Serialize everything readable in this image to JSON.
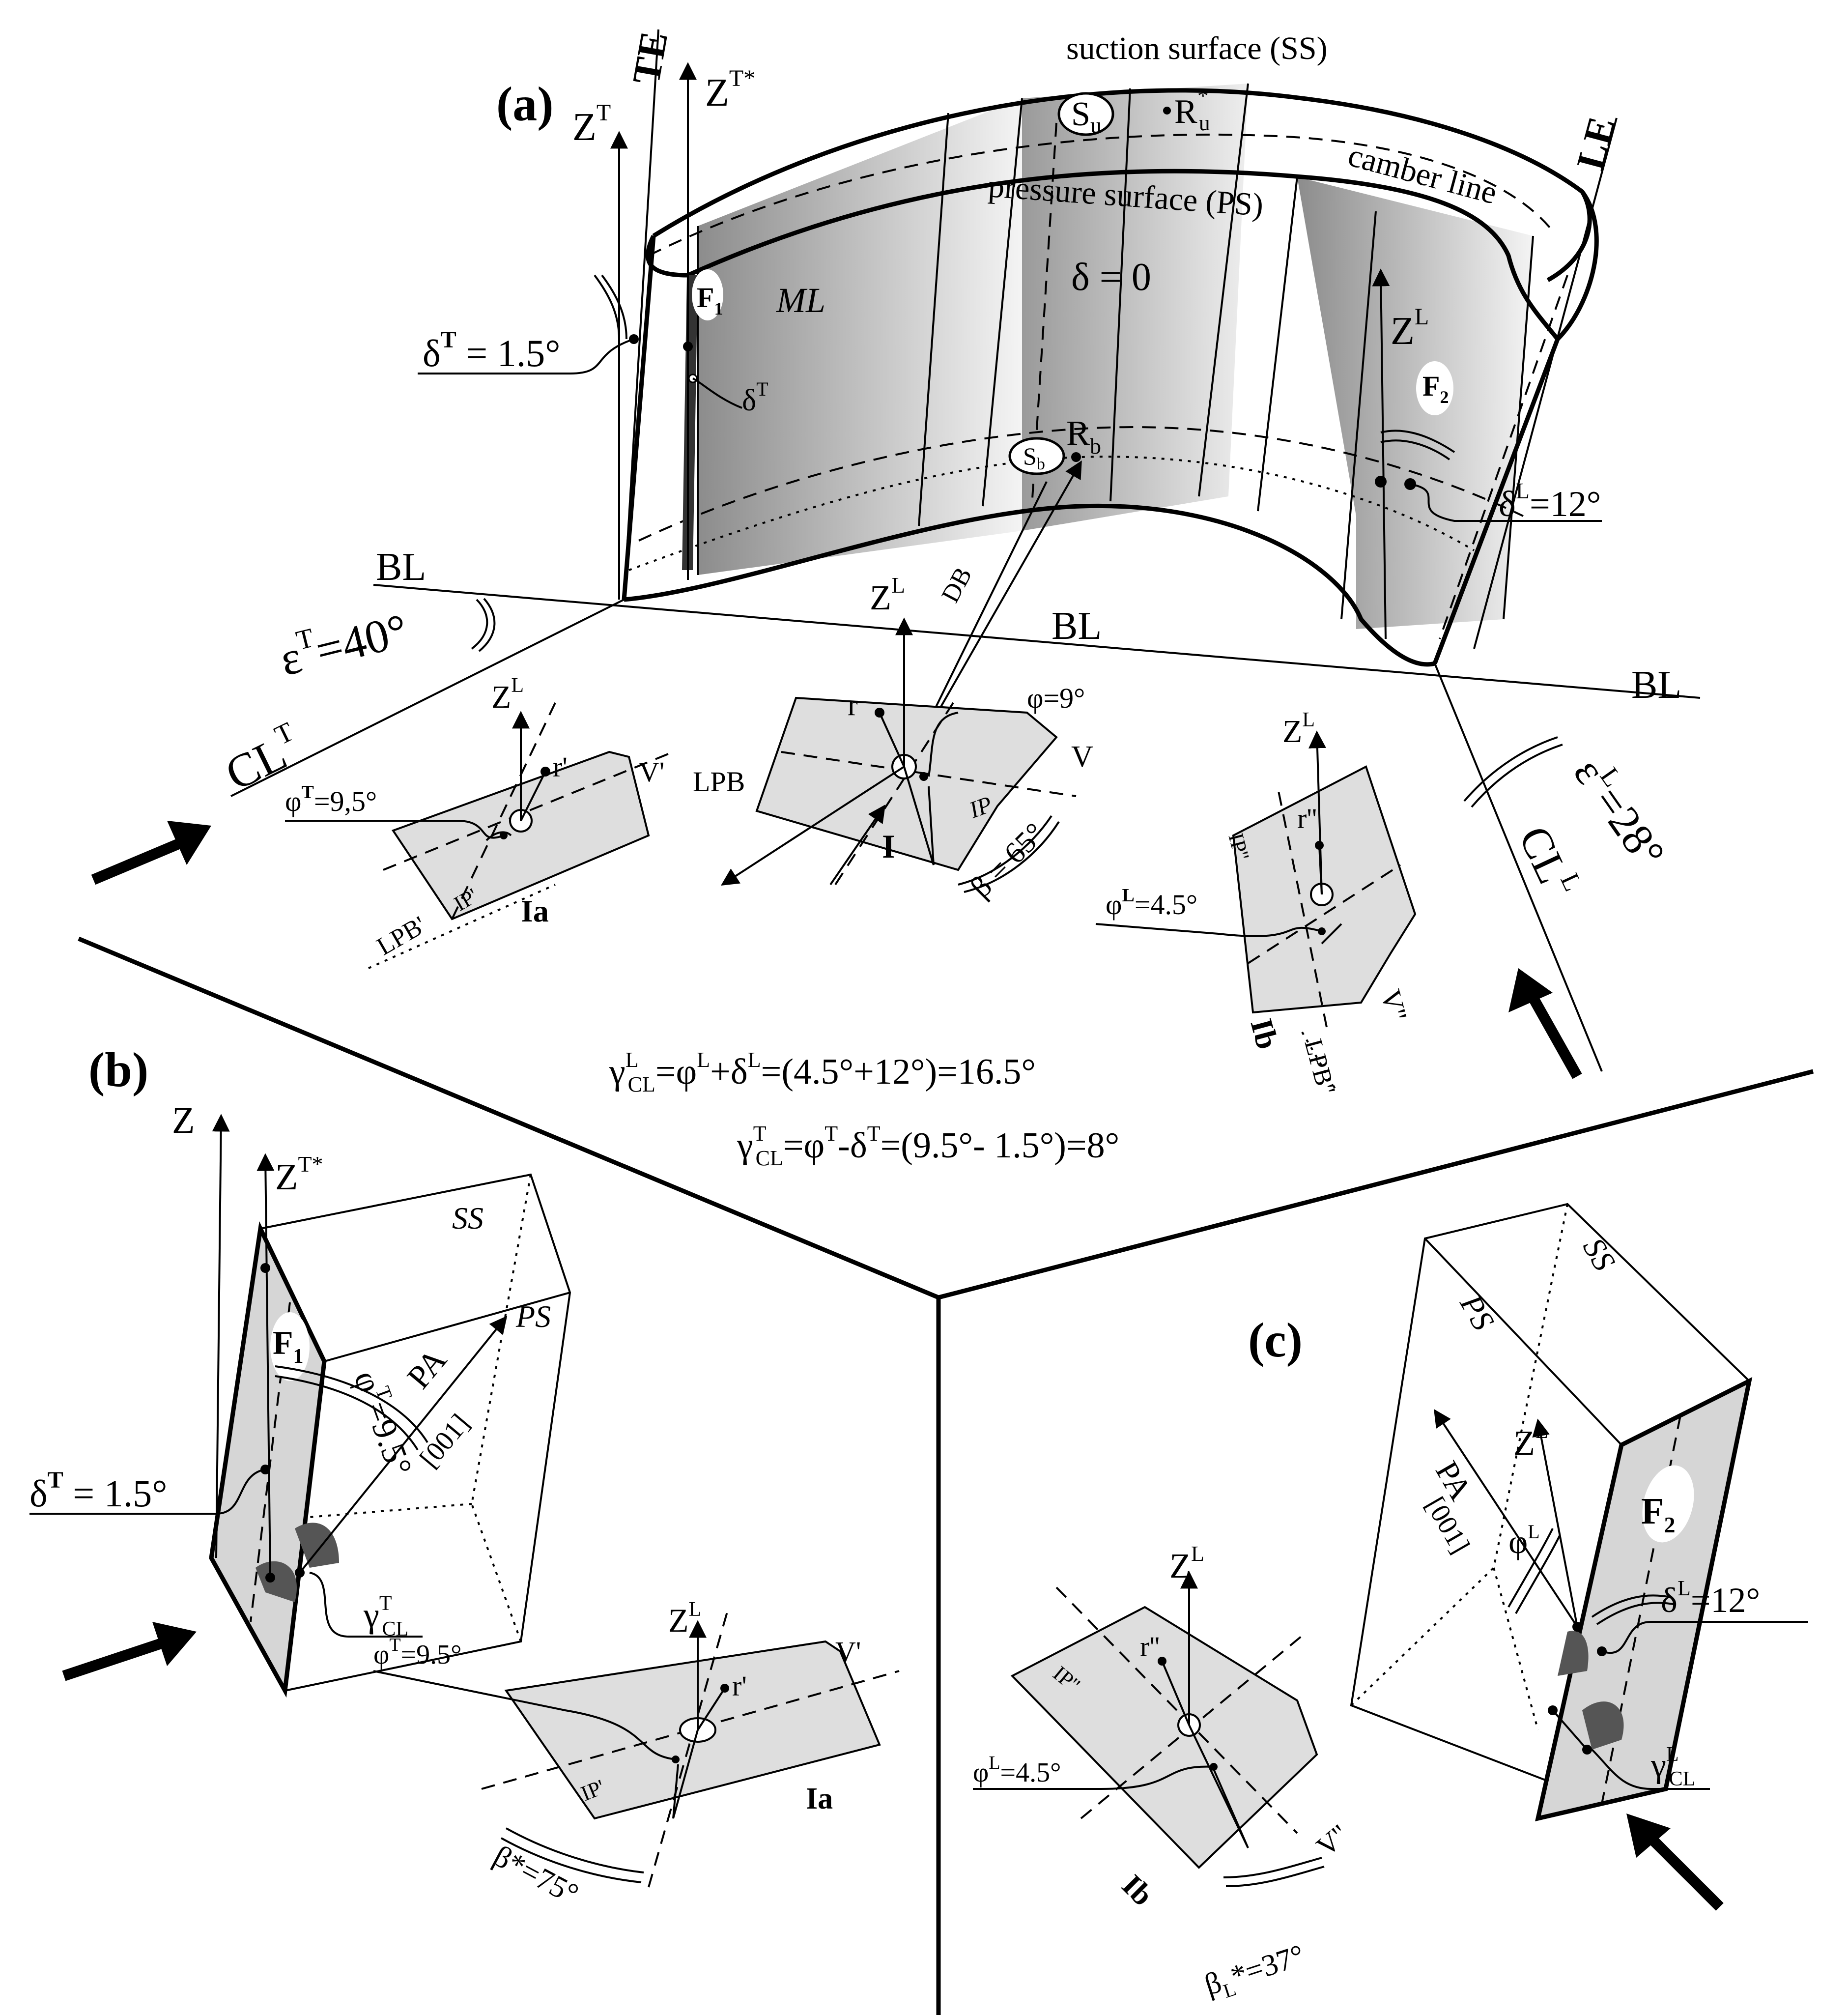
{
  "panels": {
    "a": "(a)",
    "b": "(b)",
    "c": "(c)"
  },
  "blade": {
    "ss": "suction surface (SS)",
    "ps": "pressure surface (PS)",
    "camber": "camber line",
    "te": "TE",
    "le": "LE",
    "ml": "ML",
    "delta0": "δ = 0",
    "su": "S",
    "su_sub": "u",
    "ru": "R",
    "ru_sup": "*",
    "ru_sub": "u",
    "sb": "S",
    "sb_sub": "b",
    "rb": "R",
    "rb_sub": "b",
    "f1": "F",
    "f1_sub": "1",
    "f2": "F",
    "f2_sub": "2",
    "zt": "Z",
    "zt_sup": "T",
    "ztstar": "Z",
    "ztstar_sup": "T*",
    "zl": "Z",
    "zl_sup": "L",
    "delta_t": "δ",
    "delta_t_sup": "T",
    "delta_t_val": " = 1.5°",
    "delta_t_small": "δ",
    "delta_l": "δ",
    "delta_l_sup": "L",
    "delta_l_val": "=12°"
  },
  "base": {
    "bl": "BL",
    "db": "DB",
    "eps_t": "ε",
    "eps_t_sup": "T",
    "eps_t_val": "=40°",
    "eps_l": "ε",
    "eps_l_sup": "L",
    "eps_l_val": "=28°",
    "cl_t": "CL",
    "cl_t_sup": "T",
    "cl_l": "CL",
    "cl_l_sup": "L"
  },
  "plane_i": {
    "z": "Z",
    "z_sup": "L",
    "r": "r",
    "phi": "φ=9°",
    "v": "V",
    "lpb": "LPB",
    "ip": "IP",
    "name": "I",
    "beta": "β = 65°"
  },
  "plane_ia": {
    "z": "Z",
    "z_sup": "L",
    "r": "r'",
    "v": "V'",
    "phi": "φ",
    "phi_sup": "T",
    "phi_val": "=9,5°",
    "lpb": "LPB'",
    "ip": "IP'",
    "name": "Ia"
  },
  "plane_ib": {
    "z": "Z",
    "z_sup": "L",
    "r": "r''",
    "ip": "IP''",
    "phi": "φ",
    "phi_sup": "L",
    "phi_val": "=4.5°",
    "name": "Ib",
    "lpb": "LPB''",
    "v": "V''"
  },
  "equations": {
    "eq1_a": "γ",
    "eq1_sup": "L",
    "eq1_sub": "CL",
    "eq1_b": "=φ",
    "eq1_sup2": "L",
    "eq1_c": "+δ",
    "eq1_sup3": "L",
    "eq1_d": "=(4.5°+12°)=16.5°",
    "eq2_a": "γ",
    "eq2_sup": "T",
    "eq2_sub": "CL",
    "eq2_b": "=φ",
    "eq2_sup2": "T",
    "eq2_c": "-δ",
    "eq2_sup3": "T",
    "eq2_d": "=(9.5°- 1.5°)=8°"
  },
  "panel_b": {
    "z": "Z",
    "ztstar": "Z",
    "ztstar_sup": "T*",
    "ss": "SS",
    "ps": "PS",
    "f1": "F",
    "f1_sub": "1",
    "pa": "PA",
    "axis": "[001]",
    "phi": "φ",
    "phi_sup": "T",
    "phi_val": "=9.5°",
    "delta": "δ",
    "delta_sup": "T",
    "delta_val": " = 1.5°",
    "gamma": "γ",
    "gamma_sup": "T",
    "gamma_sub": "CL",
    "ia_z": "Z",
    "ia_z_sup": "L",
    "ia_r": "r'",
    "ia_v": "V'",
    "ia_phi": "φ",
    "ia_phi_sup": "T",
    "ia_phi_val": "=9.5°",
    "ia_ip": "IP'",
    "ia_name": "Ia",
    "beta": "β*=75°"
  },
  "panel_c": {
    "ss": "SS",
    "ps": "PS",
    "zl": "Z",
    "zl_sup": "L",
    "pa": "PA",
    "axis": "[001]",
    "phi": "φ",
    "phi_sup": "L",
    "f2": "F",
    "f2_sub": "2",
    "delta": "δ",
    "delta_sup": "L",
    "delta_val": "=12°",
    "gamma": "γ",
    "gamma_sup": "L",
    "gamma_sub": "CL",
    "ib_z": "Z",
    "ib_z_sup": "L",
    "ib_r": "r''",
    "ib_ip": "IP''",
    "ib_phi": "φ",
    "ib_phi_sup": "L",
    "ib_phi_val": "=4.5°",
    "ib_name": "Ib",
    "ib_v": "V''",
    "beta": "β",
    "beta_sub": "L",
    "beta_val": "*=37°"
  },
  "colors": {
    "ink": "#000000",
    "plane_fill": "#dedede",
    "face_dark": "#8c8c8c",
    "face_light": "#f2f2f2"
  }
}
